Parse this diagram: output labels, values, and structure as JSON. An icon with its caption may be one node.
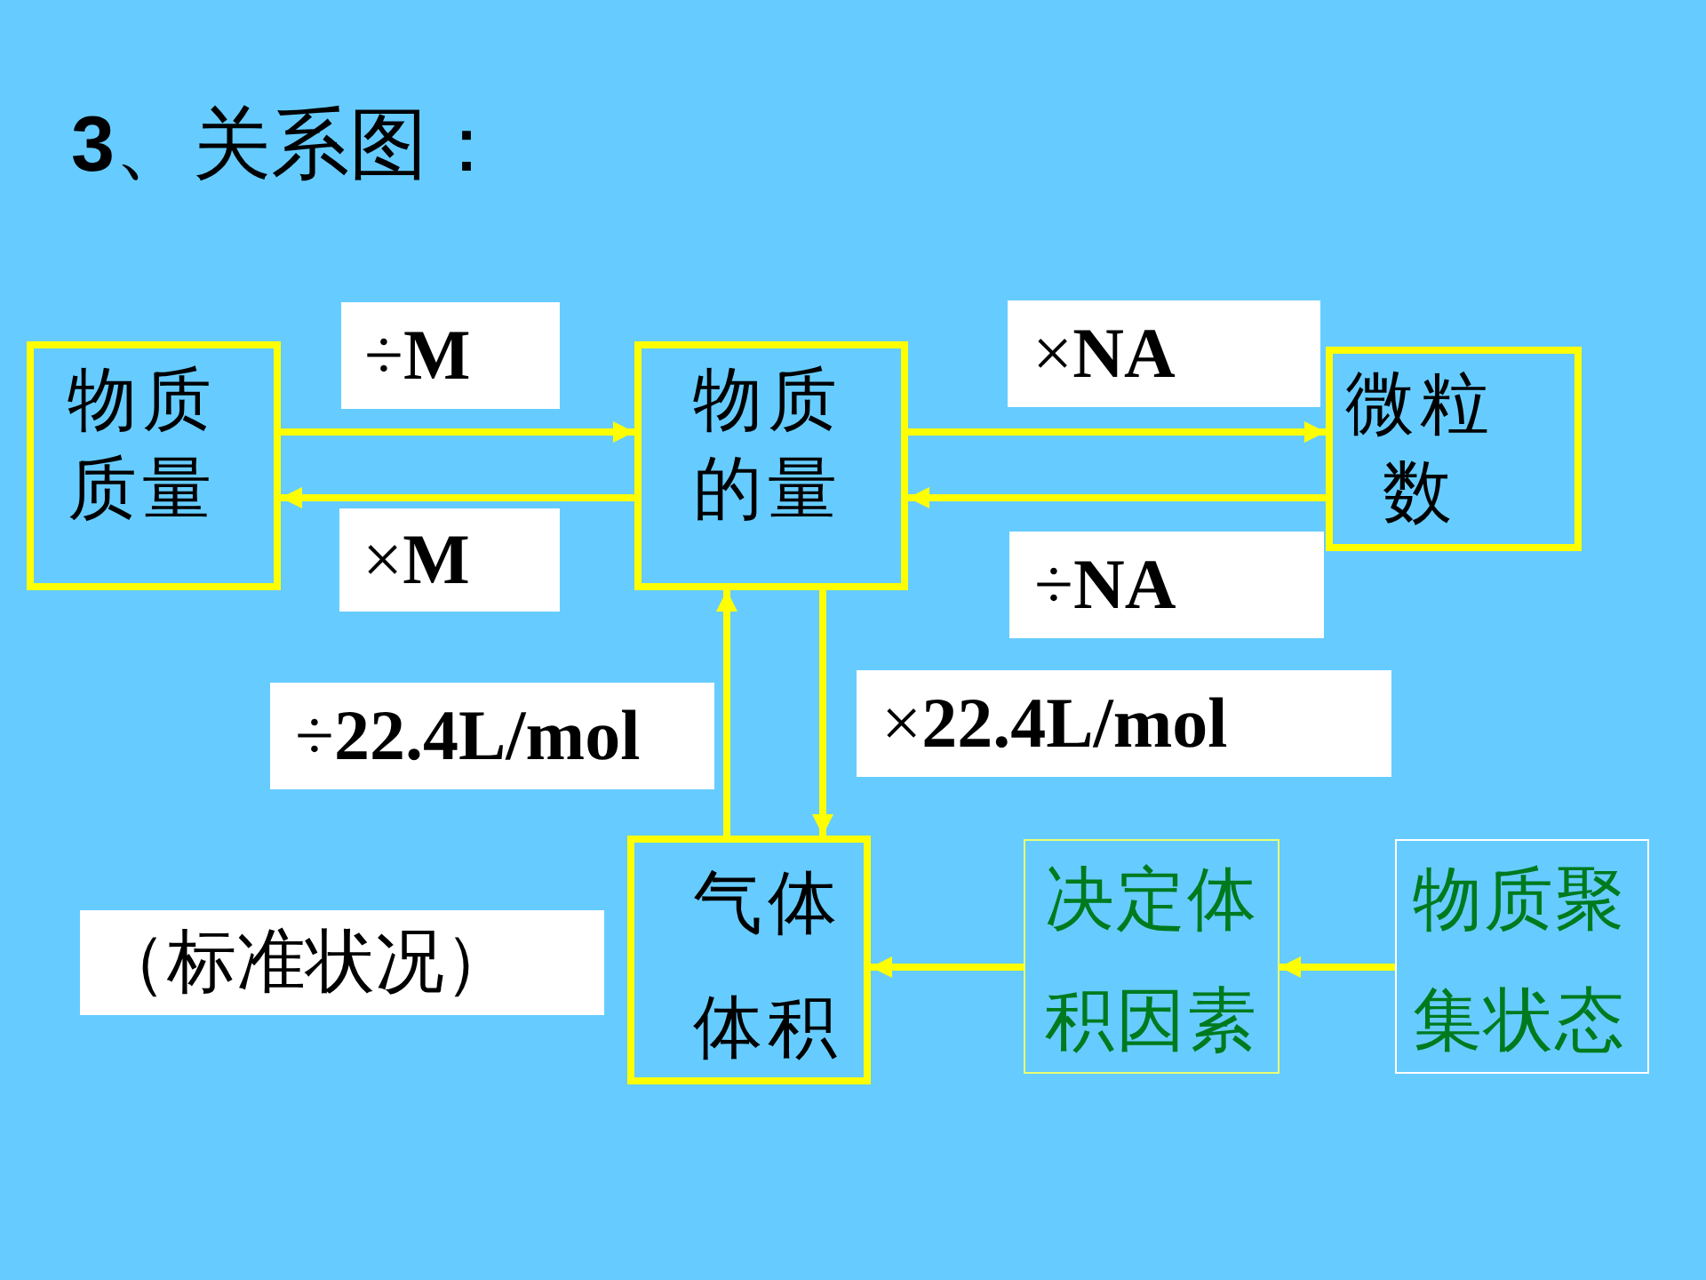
{
  "diagram": {
    "title": "**3**、关系图：",
    "nodes": [
      {
        "text": [
          "物质质量"
        ]
      },
      {
        "text": [
          "物质的量"
        ]
      },
      {
        "text": [
          "微粒数"
        ]
      },
      {
        "text": [
          "气体体积"
        ],
        "beside": [
          "（标准状况）"
        ]
      },
      {
        "text": [
          "决定体积因素"
        ]
      },
      {
        "text": [
          "物质聚集状态"
        ]
      }
    ],
    "edges": [
      {
        "from": 0,
        "to": 1,
        "arrow": "to",
        "label": "÷**M**"
      },
      {
        "from": 1,
        "to": 0,
        "arrow": "to",
        "label": "×**M**"
      },
      {
        "from": 1,
        "to": 2,
        "arrow": "to",
        "label": "×**NA**"
      },
      {
        "from": 2,
        "to": 1,
        "arrow": "to",
        "label": "÷**NA**"
      },
      {
        "from": 3,
        "to": 1,
        "arrow": "to",
        "label": "÷**22.4L/mol**"
      },
      {
        "from": 1,
        "to": 3,
        "arrow": "to",
        "label": "×**22.4L/mol**"
      },
      {
        "from": 4,
        "to": 3,
        "arrow": "to"
      },
      {
        "from": 5,
        "to": 4,
        "arrow": "to"
      }
    ]
  }
}
